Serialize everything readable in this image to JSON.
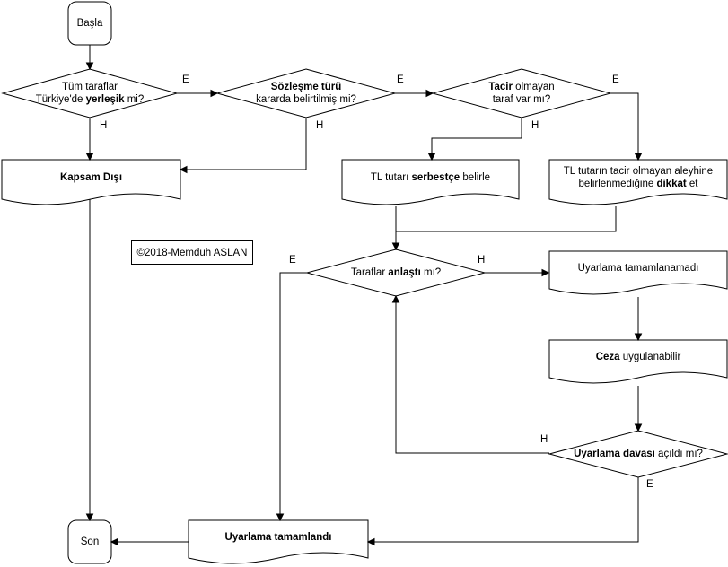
{
  "nodes": {
    "start": {
      "text": "Başla"
    },
    "d1": {
      "line1": "Tüm taraflar",
      "l2a": "Türkiye'de ",
      "l2b": "yerleşik",
      "l2c": " mi?"
    },
    "d2": {
      "l1a": "Sözleşme türü",
      "l2": "kararda belirtilmiş mi?"
    },
    "d3": {
      "l1a": "Tacir",
      "l1b": " olmayan",
      "l2": "taraf var mı?"
    },
    "out_scope": {
      "text": "Kapsam Dışı"
    },
    "tl_free": {
      "a": "TL tutarı ",
      "b": "serbestçe",
      "c": " belirle"
    },
    "tl_attention": {
      "l1": "TL tutarın tacir olmayan aleyhine",
      "l2a": "belirlenmediğine ",
      "l2b": "dikkat",
      "l2c": " et"
    },
    "d4": {
      "a": "Taraflar ",
      "b": "anlaştı",
      "c": " mı?"
    },
    "not_completed": {
      "text": "Uyarlama tamamlanamadı"
    },
    "penalty": {
      "a": "Ceza",
      "b": " uygulanabilir"
    },
    "d5": {
      "a": "Uyarlama davası",
      "b": " açıldı mı?"
    },
    "completed": {
      "text": "Uyarlama tamamlandı"
    },
    "end": {
      "text": "Son"
    }
  },
  "edge_labels": {
    "d1_yes": "E",
    "d1_no": "H",
    "d2_yes": "E",
    "d2_no": "H",
    "d3_yes": "E",
    "d3_no": "H",
    "d4_yes": "E",
    "d4_no": "H",
    "d5_no": "H",
    "d5_yes": "E"
  },
  "copyright": "©2018-Memduh ASLAN"
}
